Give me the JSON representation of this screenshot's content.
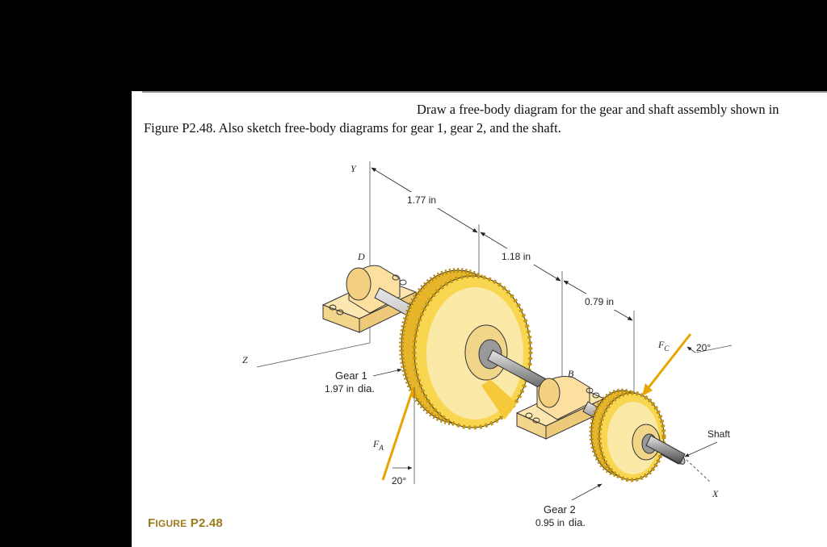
{
  "problem": {
    "line1": "Draw a free-body diagram for the gear and shaft assembly shown in",
    "line2": "Figure P2.48. Also sketch free-body diagrams for gear 1, gear 2, and the shaft."
  },
  "figure": {
    "label_prefix": "F",
    "label_smallcaps": "IGURE",
    "label_number": "P2.48",
    "axes": {
      "y": "Y",
      "z": "Z",
      "x": "X"
    },
    "points": {
      "d": "D",
      "b": "B"
    },
    "dims": {
      "d1": "1.77 in",
      "d2": "1.18 in",
      "d3": "0.79 in"
    },
    "gear1": {
      "name": "Gear 1",
      "dia_value": "1.97 in",
      "dia_unit": "dia."
    },
    "gear2": {
      "name": "Gear 2",
      "dia_value": "0.95 in",
      "dia_unit": "dia."
    },
    "forces": {
      "fa": {
        "symbol": "F",
        "subscript": "A",
        "angle": "20°"
      },
      "fc": {
        "symbol": "F",
        "subscript": "C",
        "angle": "20°"
      }
    },
    "shaft_label": "Shaft"
  },
  "colors": {
    "gear": "#f6cf3a",
    "gear_face": "#fbe9a8",
    "bearing": "#fde7b0",
    "force": "#e8a500",
    "shaft": "#8a8a8a"
  }
}
